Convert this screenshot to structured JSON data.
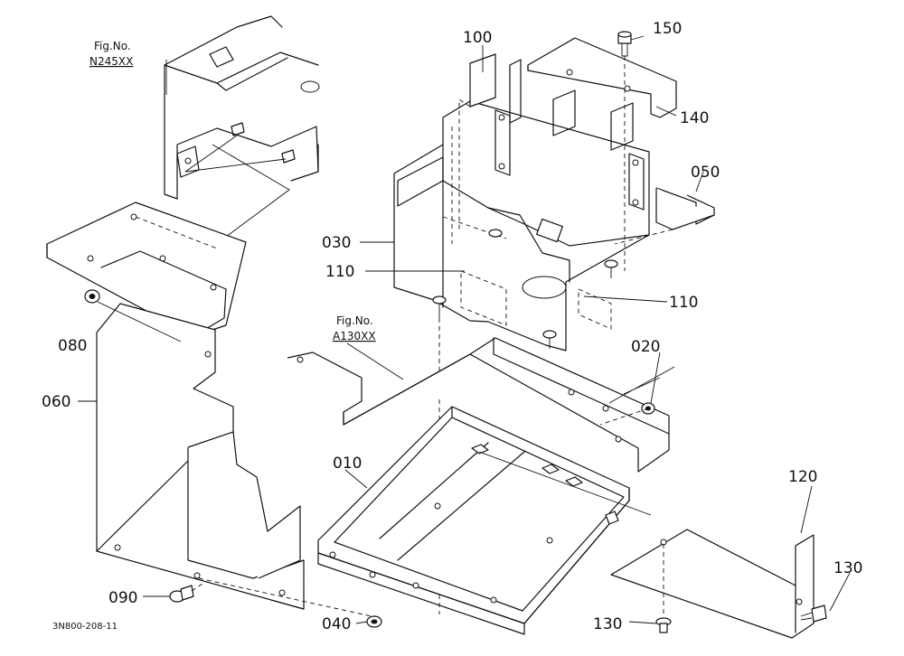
{
  "parts": {
    "p010": "010",
    "p020": "020",
    "p030": "030",
    "p040": "040",
    "p050": "050",
    "p060": "060",
    "p080": "080",
    "p090": "090",
    "p100": "100",
    "p110a": "110",
    "p110b": "110",
    "p120": "120",
    "p130a": "130",
    "p130b": "130",
    "p140": "140",
    "p150": "150"
  },
  "refs": {
    "fig_label_1": "Fig.No.",
    "fig_code_1": "N245XX",
    "fig_label_2": "Fig.No.",
    "fig_code_2": "A130XX"
  },
  "drawing_code": "3N800-208-11"
}
